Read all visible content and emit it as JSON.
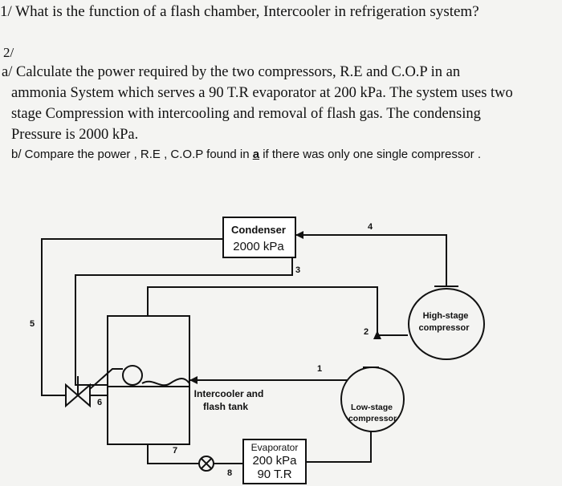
{
  "question1": "1/ What is the function of a flash chamber, Intercooler in refrigeration system?",
  "question2": {
    "number": "2/",
    "part_a_lines": [
      "a/ Calculate the power required by the two compressors, R.E and C.O.P  in an",
      "ammonia System which serves a 90 T.R evaporator at 200 kPa. The system uses two",
      "stage Compression with intercooling and removal of flash gas. The condensing",
      "Pressure is 2000 kPa."
    ],
    "part_b_prefix": "b/ Compare the power , R.E , C.O.P found  in ",
    "part_b_ref": "a",
    "part_b_suffix": "  if there was only one single compressor ."
  },
  "diagram": {
    "condenser": {
      "name": "Condenser",
      "pressure": "2000 kPa"
    },
    "high_stage": {
      "line1": "High-stage",
      "line2": "compressor"
    },
    "low_stage": {
      "line1": "Low-stage",
      "line2": "compressor"
    },
    "intercooler": {
      "line1": "Intercooler and",
      "line2": "flash tank"
    },
    "evaporator": {
      "name": "Evaporator",
      "pressure": "200 kPa",
      "capacity": "90 T.R"
    },
    "state_points": [
      "1",
      "2",
      "3",
      "4",
      "5",
      "6",
      "7",
      "8"
    ]
  }
}
